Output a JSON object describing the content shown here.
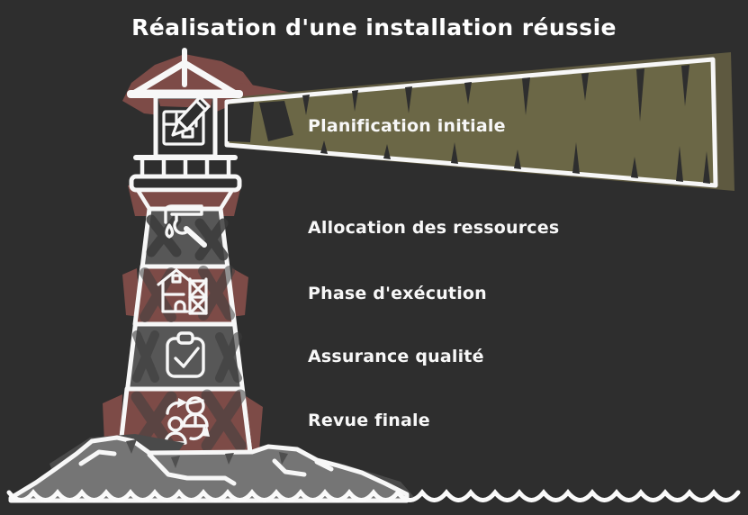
{
  "title": "Réalisation d'une installation réussie",
  "stages": [
    {
      "label": "Planification initiale",
      "icon": "blueprint-pencil-icon"
    },
    {
      "label": "Allocation des ressources",
      "icon": "faucet-wrench-icon"
    },
    {
      "label": "Phase d'exécution",
      "icon": "house-scaffold-icon"
    },
    {
      "label": "Assurance qualité",
      "icon": "clipboard-check-icon"
    },
    {
      "label": "Revue finale",
      "icon": "team-handover-icon"
    }
  ],
  "colors": {
    "background": "#2e2e2e",
    "outline": "#f7f7f7",
    "beam_olive": "#6b6746",
    "tower_maroon": "#7d4b47",
    "tower_gray": "#575757",
    "rock_gray": "#757575"
  }
}
